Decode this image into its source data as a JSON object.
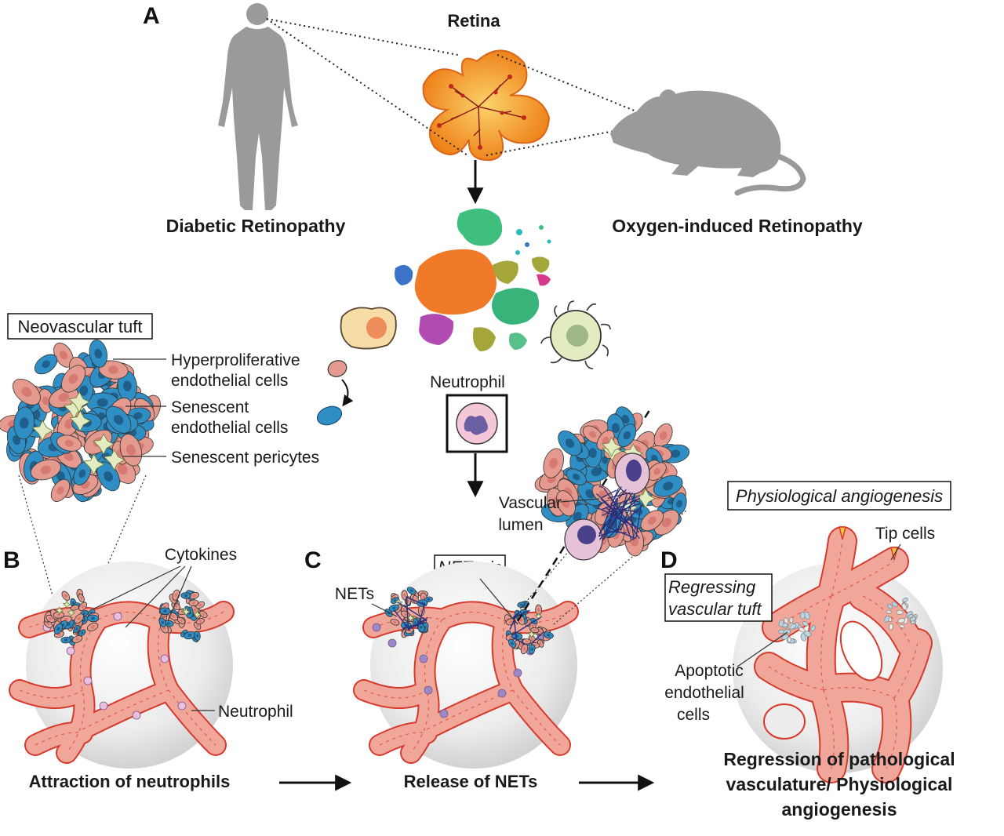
{
  "panels": {
    "a": "A",
    "b": "B",
    "c": "C",
    "d": "D"
  },
  "top": {
    "retina": "Retina",
    "left_condition": "Diabetic Retinopathy",
    "right_condition": "Oxygen-induced Retinopathy"
  },
  "tuft_box": {
    "title": "Neovascular tuft",
    "callouts": [
      "Hyperproliferative",
      "endothelial cells",
      "Senescent",
      "endothelial cells",
      "Senescent pericytes"
    ]
  },
  "middle": {
    "neutrophil": "Neutrophil",
    "vascular_lumen_1": "Vascular",
    "vascular_lumen_2": "lumen"
  },
  "panel_b": {
    "cytokines": "Cytokines",
    "neutrophil": "Neutrophil",
    "caption": "Attraction of neutrophils"
  },
  "panel_c": {
    "netosis": "NETosis",
    "nets": "NETs",
    "caption": "Release of NETs"
  },
  "panel_d": {
    "physio_box": "Physiological angiogenesis",
    "tip_cells": "Tip cells",
    "regressing_1": "Regressing",
    "regressing_2": "vascular tuft",
    "apoptotic_1": "Apoptotic",
    "apoptotic_2": "endothelial",
    "apoptotic_3": "cells",
    "caption_1": "Regression of pathological",
    "caption_2": "vasculature/ Physiological",
    "caption_3": "angiogenesis"
  },
  "colors": {
    "silhouette": "#9a9a9a",
    "retina_orange": "#f28a1e",
    "vessel_fill": "#f0a79a",
    "vessel_edge": "#d63a2c",
    "cell_pink": "#e59a8f",
    "cell_blue": "#2f8fc4",
    "pericyte": "#e3ecc0",
    "net_blue": "#2b2f7a",
    "sphere": "#e6e6e6"
  }
}
